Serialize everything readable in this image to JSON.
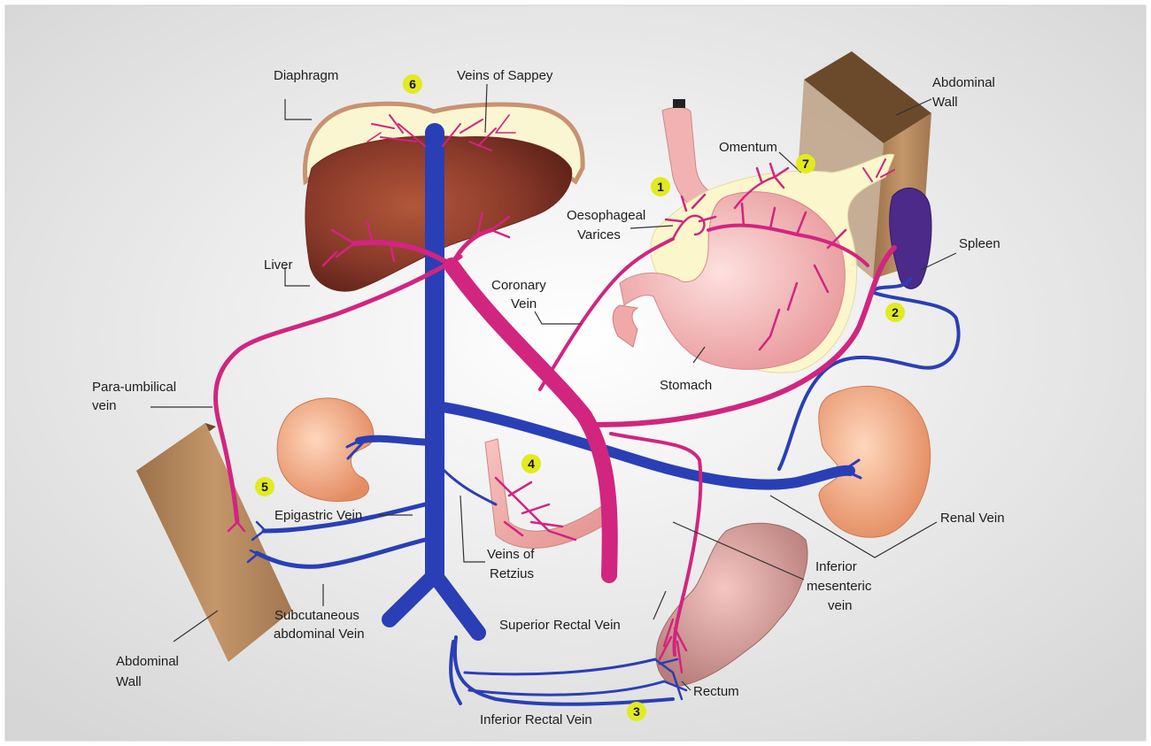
{
  "labels": {
    "diaphragm": "Diaphragm",
    "veins_of_sappey": "Veins of Sappey",
    "abdominal_wall_right": [
      "Abdominal",
      "Wall"
    ],
    "omentum": "Omentum",
    "oesophageal_varices": [
      "Oesophageal",
      "Varices"
    ],
    "spleen": "Spleen",
    "liver": "Liver",
    "coronary_vein": [
      "Coronary",
      "Vein"
    ],
    "stomach": "Stomach",
    "para_umbilical_vein": [
      "Para-umbilical",
      "vein"
    ],
    "epigastric_vein": "Epigastric Vein",
    "veins_of_retzius": [
      "Veins of",
      "Retzius"
    ],
    "renal_vein": "Renal Vein",
    "inferior_mesenteric_vein": [
      "Inferior",
      "mesenteric",
      "vein"
    ],
    "superior_rectal_vein": "Superior Rectal Vein",
    "subcutaneous_abdominal_vein": [
      "Subcutaneous",
      "abdominal Vein"
    ],
    "abdominal_wall_left": [
      "Abdominal",
      "Wall"
    ],
    "rectum": "Rectum",
    "inferior_rectal_vein": "Inferior Rectal Vein"
  },
  "markers": [
    "1",
    "2",
    "3",
    "4",
    "5",
    "6",
    "7"
  ],
  "colors": {
    "portal_vein": "#d1257f",
    "systemic_vein": "#2a3fb5",
    "marker_fill": "#e2ea20",
    "abdominal_wall": "#b88a5e",
    "liver": "#8a3a2a",
    "stomach": "#f4b8b8",
    "kidney": "#f7b48c",
    "spleen": "#4b2a8a",
    "diaphragm": "#fbf6d2"
  }
}
